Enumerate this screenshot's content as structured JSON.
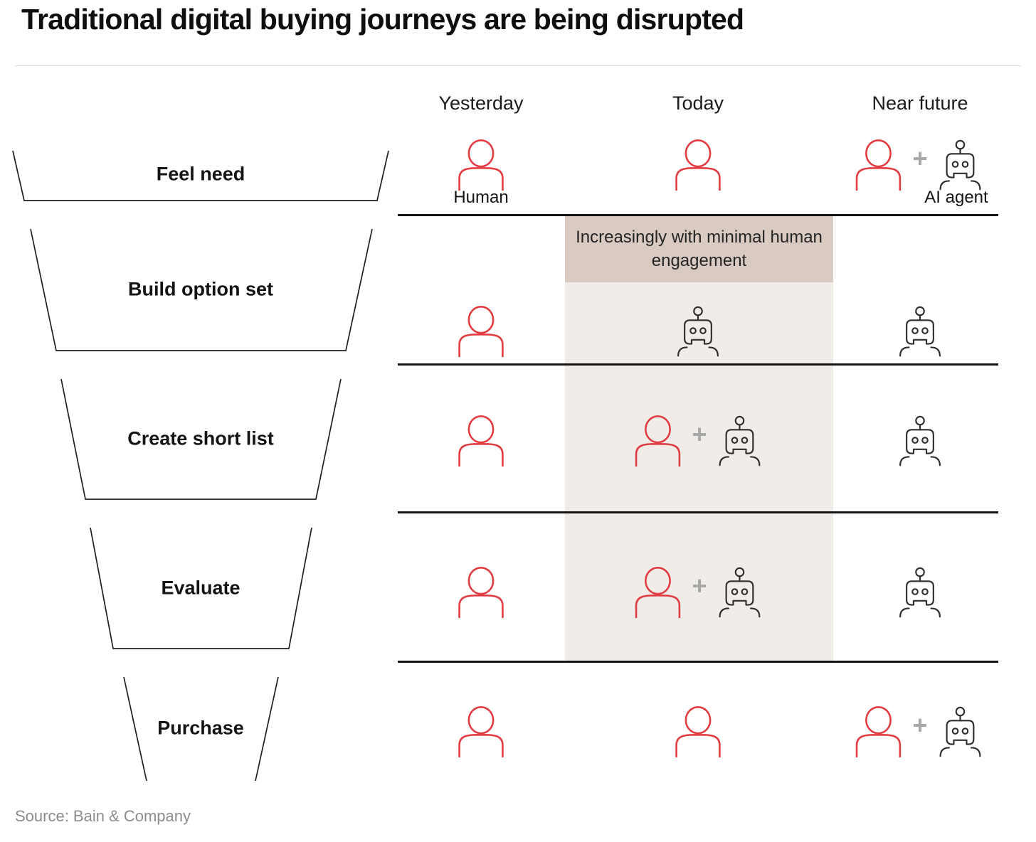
{
  "title": "Traditional digital buying journeys are being disrupted",
  "columns": {
    "yesterday": "Yesterday",
    "today": "Today",
    "near_future": "Near future"
  },
  "legend": {
    "human_label": "Human",
    "ai_agent_label": "AI agent"
  },
  "annotation": {
    "text": "Increasingly with minimal human engagement"
  },
  "funnel_stages": [
    "Feel need",
    "Build option set",
    "Create short list",
    "Evaluate",
    "Purchase"
  ],
  "matrix": {
    "columns": [
      "Yesterday",
      "Today",
      "Near future"
    ],
    "rows": [
      {
        "stage": "Feel need",
        "yesterday": "human",
        "today": "human",
        "near_future": "human + ai-agent"
      },
      {
        "stage": "Build option set",
        "yesterday": "human",
        "today": "ai-agent",
        "near_future": "ai-agent"
      },
      {
        "stage": "Create short list",
        "yesterday": "human",
        "today": "human + ai-agent",
        "near_future": "ai-agent"
      },
      {
        "stage": "Evaluate",
        "yesterday": "human",
        "today": "human + ai-agent",
        "near_future": "ai-agent"
      },
      {
        "stage": "Purchase",
        "yesterday": "human",
        "today": "human",
        "near_future": "human + ai-agent"
      }
    ]
  },
  "source": "Source: Bain & Company",
  "colors": {
    "human": "#e03c42",
    "ai_agent": "#2e2e2e",
    "plus": "#a8a8a8",
    "row_line": "#151515",
    "today_band": "#f0ece8",
    "annotation_bg": "#d9cbc2"
  }
}
